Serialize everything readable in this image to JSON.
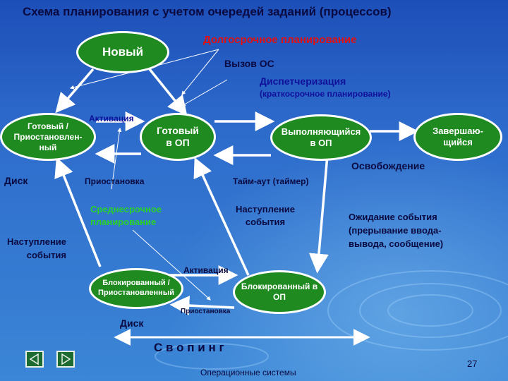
{
  "title": "Схема планирования с учетом очередей заданий (процессов)",
  "nodes": {
    "new": "Новый",
    "ready_suspended": "Готовый /\nПриостановлен-\nный",
    "ready_ram": "Готовый\nв ОП",
    "running": "Выполняющийся\nв ОП",
    "terminated": "Завершаю-\nщийся",
    "blocked_suspended": "Блокированный /\nПриостановленный",
    "blocked_ram": "Блокированный в\nОП"
  },
  "labels": {
    "long_term": "Долгосрочное планирование",
    "os_call": "Вызов ОС",
    "dispatch": "Диспетчеризация",
    "short_term": "(краткосрочное планирование)",
    "activation_top": "Активация",
    "release": "Освобождение",
    "disk_left": "Диск",
    "suspend_top": "Приостановка",
    "timeout": "Тайм-аут (таймер)",
    "mid_term": "Среднесрочное\nпланирование",
    "event_mid": "Наступление\nсобытия",
    "wait_event": "Ожидание события\n(прерывание ввода-\nвывода, сообщение)",
    "event_left": "Наступление\nсобытия",
    "activation_bottom": "Активация",
    "suspend_bottom": "Приостановка",
    "disk_bottom": "Диск",
    "swapping": "С в о п и н г"
  },
  "footer": {
    "course": "Операционные системы",
    "page_number": "27"
  },
  "colors": {
    "background": "#2a63c4",
    "node_fill": "#1f8a1f",
    "title": "#0a0a40",
    "red_label": "#e01010",
    "blue_label": "#10109a",
    "green_label": "#2ad02a"
  },
  "icons": [
    "nav-back-icon",
    "nav-forward-icon"
  ]
}
